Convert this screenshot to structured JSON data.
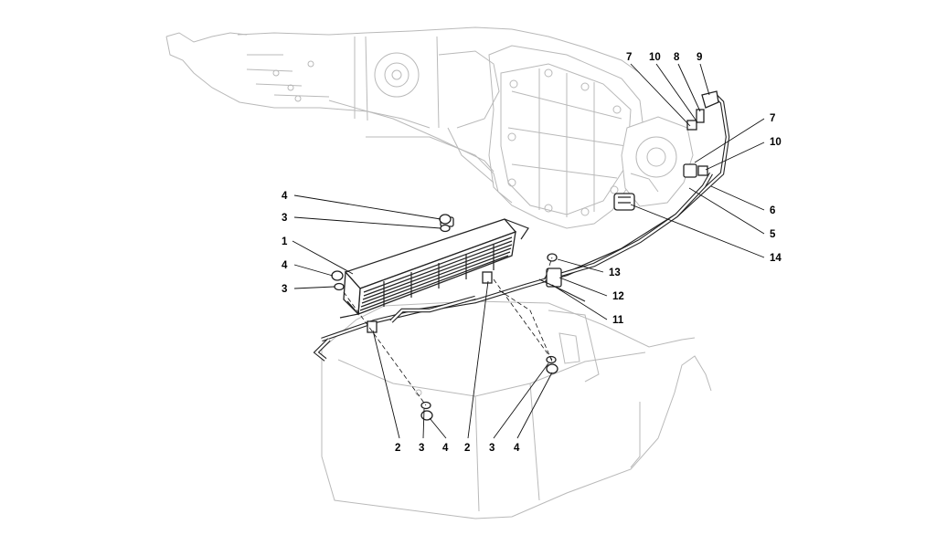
{
  "callouts": [
    {
      "id": "c-7a",
      "text": "7"
    },
    {
      "id": "c-10a",
      "text": "10"
    },
    {
      "id": "c-8",
      "text": "8"
    },
    {
      "id": "c-9",
      "text": "9"
    },
    {
      "id": "c-7b",
      "text": "7"
    },
    {
      "id": "c-10b",
      "text": "10"
    },
    {
      "id": "c-6",
      "text": "6"
    },
    {
      "id": "c-5",
      "text": "5"
    },
    {
      "id": "c-14",
      "text": "14"
    },
    {
      "id": "c-4a",
      "text": "4"
    },
    {
      "id": "c-3a",
      "text": "3"
    },
    {
      "id": "c-1",
      "text": "1"
    },
    {
      "id": "c-4b",
      "text": "4"
    },
    {
      "id": "c-3b",
      "text": "3"
    },
    {
      "id": "c-13",
      "text": "13"
    },
    {
      "id": "c-12",
      "text": "12"
    },
    {
      "id": "c-11",
      "text": "11"
    },
    {
      "id": "c-2a",
      "text": "2"
    },
    {
      "id": "c-3c",
      "text": "3"
    },
    {
      "id": "c-4c",
      "text": "4"
    },
    {
      "id": "c-2b",
      "text": "2"
    },
    {
      "id": "c-3d",
      "text": "3"
    },
    {
      "id": "c-4d",
      "text": "4"
    }
  ]
}
